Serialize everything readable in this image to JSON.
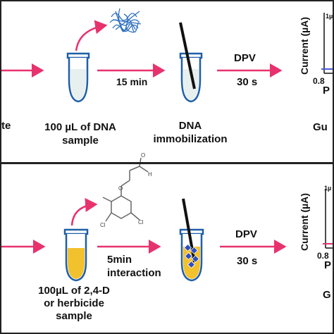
{
  "colors": {
    "arrow": "#e8326e",
    "tube_outline": "#1f5fa8",
    "tube_cap": "#1f5fa8",
    "dna_fill": "#e7f0ef",
    "herbicide_fill": "#f2c12e",
    "electrode": "#111111",
    "dna_coil": "#2c6fbf",
    "blue_trace": "#4a5bd8",
    "pink_trace": "#e8326e"
  },
  "top_row": {
    "left_label_fragment": "te",
    "sample_label_line1": "100 µL of DNA",
    "sample_label_line2": "sample",
    "incubation_time": "15 min",
    "immobilization_line1": "DNA",
    "immobilization_line2": "immobilization",
    "technique": "DPV",
    "duration": "30 s",
    "current_axis": "Current (µA)",
    "scale_bar": "1µ",
    "x_tick": "0.8",
    "x_axis_fragment": "P",
    "signal_label_fragment": "Gu"
  },
  "bottom_row": {
    "sample_label_line1": "100µL of 2,4-D",
    "sample_label_line2": "or herbicide",
    "sample_label_line3": "sample",
    "interaction_line1": "5min",
    "interaction_line2": "interaction",
    "technique": "DPV",
    "duration": "30 s",
    "current_axis": "Current (µA)",
    "scale_bar": "1µ",
    "x_tick": "0.8",
    "x_axis_fragment": "P",
    "signal_label_fragment": "G"
  }
}
